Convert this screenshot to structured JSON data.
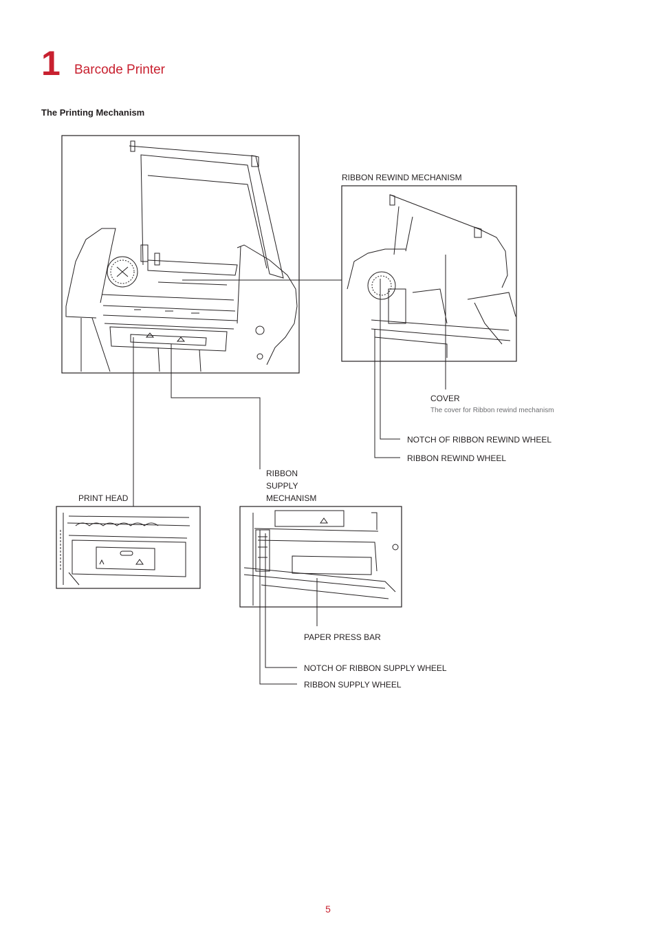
{
  "header": {
    "chapter_number": "1",
    "chapter_title": "Barcode Printer"
  },
  "section": {
    "title": "The Printing Mechanism"
  },
  "callouts": {
    "ribbon_rewind_mechanism": "RIBBON REWIND MECHANISM",
    "cover": "COVER",
    "cover_note": "The cover for Ribbon rewind mechanism",
    "notch_ribbon_rewind_wheel": "NOTCH OF RIBBON REWIND WHEEL",
    "ribbon_rewind_wheel": "RIBBON REWIND WHEEL",
    "print_head": "PRINT HEAD",
    "ribbon_supply_line1": "RIBBON",
    "ribbon_supply_line2": "SUPPLY",
    "ribbon_supply_line3": "MECHANISM",
    "paper_press_bar": "PAPER PRESS BAR",
    "notch_ribbon_supply_wheel": "NOTCH OF RIBBON SUPPLY WHEEL",
    "ribbon_supply_wheel": "RIBBON SUPPLY WHEEL"
  },
  "footer": {
    "page_number": "5"
  },
  "colors": {
    "accent": "#c8202f",
    "text": "#231f20",
    "note": "#6d6e71"
  }
}
